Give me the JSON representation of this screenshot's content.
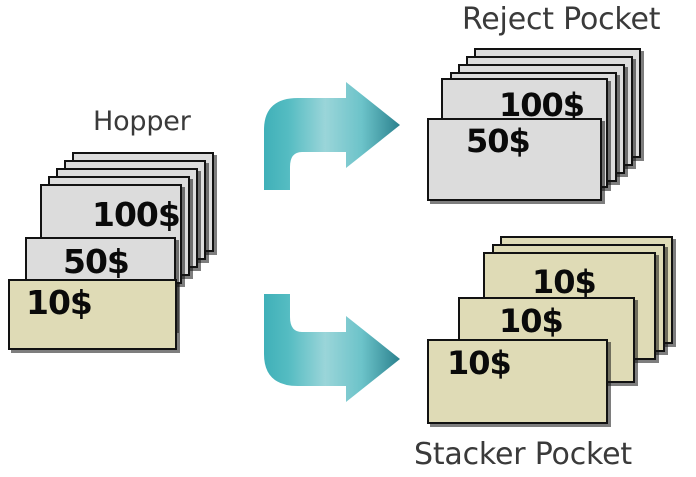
{
  "diagram": {
    "title": "Banknote sorting flow: Hopper to Reject Pocket and Stacker Pocket",
    "background_color": "#ffffff",
    "label_color": "#3a3a3a",
    "card_colors": {
      "gray": "#dcdcdc",
      "tan": "#dfdbb6",
      "border": "#121212"
    },
    "arrow_colors": {
      "light": "#8ecfd4",
      "mid": "#49b3bb",
      "dark": "#2c838f"
    }
  },
  "hopper": {
    "label": "Hopper",
    "cards": [
      {
        "denom": "100$",
        "color": "gray"
      },
      {
        "denom": "50$",
        "color": "gray"
      },
      {
        "denom": "10$",
        "color": "tan"
      }
    ],
    "hidden_card_count": 4
  },
  "reject_pocket": {
    "label": "Reject Pocket",
    "cards": [
      {
        "denom": "100$",
        "color": "gray"
      },
      {
        "denom": "50$",
        "color": "gray"
      }
    ],
    "hidden_card_count": 4
  },
  "stacker_pocket": {
    "label": "Stacker Pocket",
    "cards": [
      {
        "denom": "10$",
        "color": "tan"
      },
      {
        "denom": "10$",
        "color": "tan"
      },
      {
        "denom": "10$",
        "color": "tan"
      }
    ],
    "hidden_card_count": 2
  },
  "arrows": [
    {
      "name": "arrow-to-reject-pocket",
      "direction": "up-then-right"
    },
    {
      "name": "arrow-to-stacker-pocket",
      "direction": "down-then-right"
    }
  ]
}
